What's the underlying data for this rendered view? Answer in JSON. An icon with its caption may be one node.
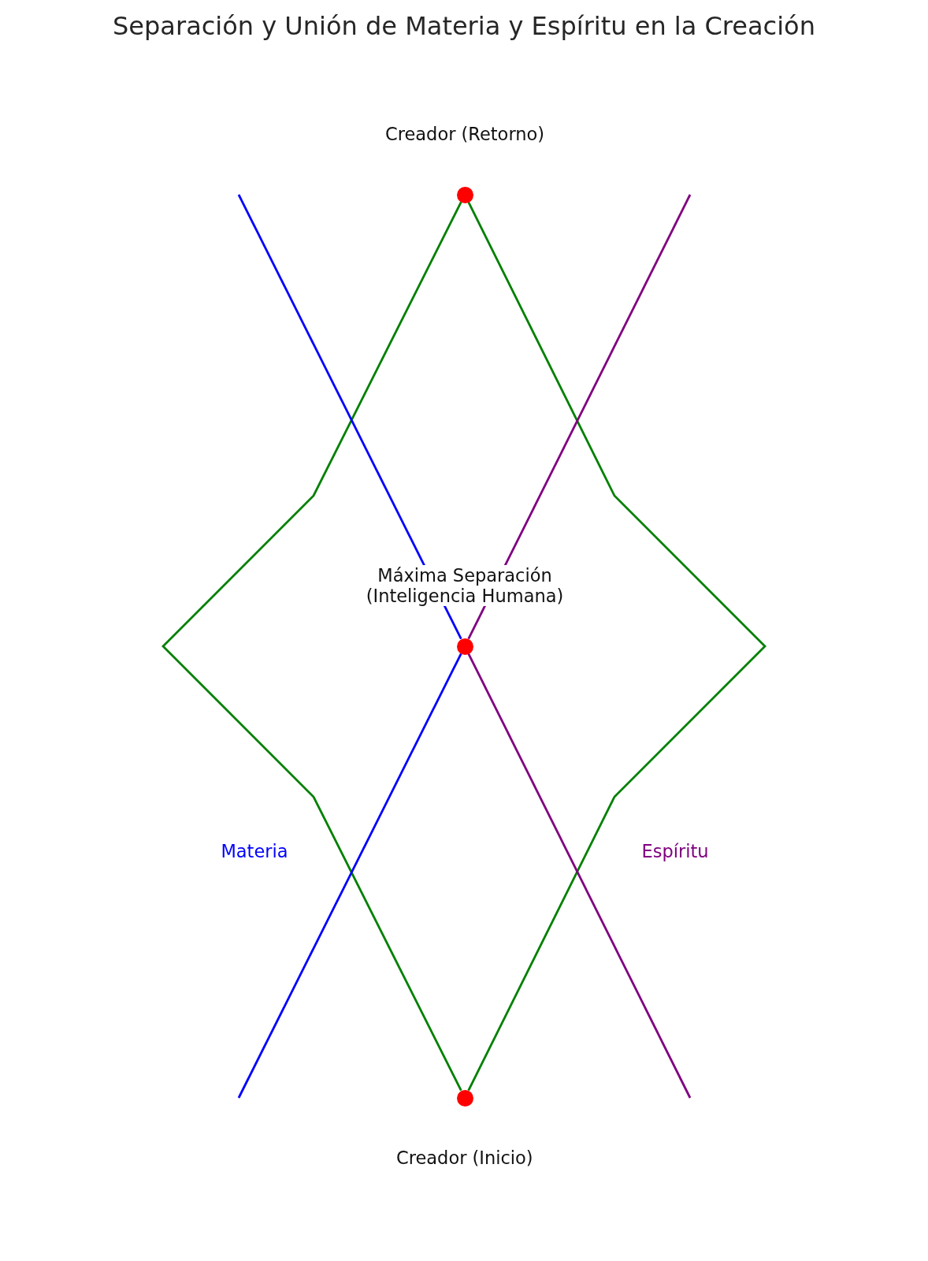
{
  "diagram": {
    "title": "Separación y Unión de Materia y Espíritu en la Creación",
    "nodes": [
      {
        "text": [
          "Creador (Retorno)"
        ]
      },
      {
        "text": [
          "Máxima Separación (Inteligencia Humana)"
        ]
      },
      {
        "text": [
          "Creador (Inicio)"
        ]
      }
    ],
    "edges": [
      {
        "from": 2,
        "to": 0,
        "arrow": "none",
        "color": "#008000"
      },
      {
        "from": 2,
        "to": 0,
        "arrow": "none",
        "color": "#008000"
      },
      {
        "from": null,
        "to": 1,
        "arrow": "none",
        "color": "#0000ff"
      },
      {
        "from": 1,
        "to": null,
        "arrow": "none",
        "color": "#0000ff"
      },
      {
        "from": null,
        "to": 1,
        "arrow": "none",
        "color": "#800080"
      },
      {
        "from": 1,
        "to": null,
        "arrow": "none",
        "color": "#800080"
      }
    ],
    "labels": [
      "Materia",
      "Espíritu"
    ]
  }
}
